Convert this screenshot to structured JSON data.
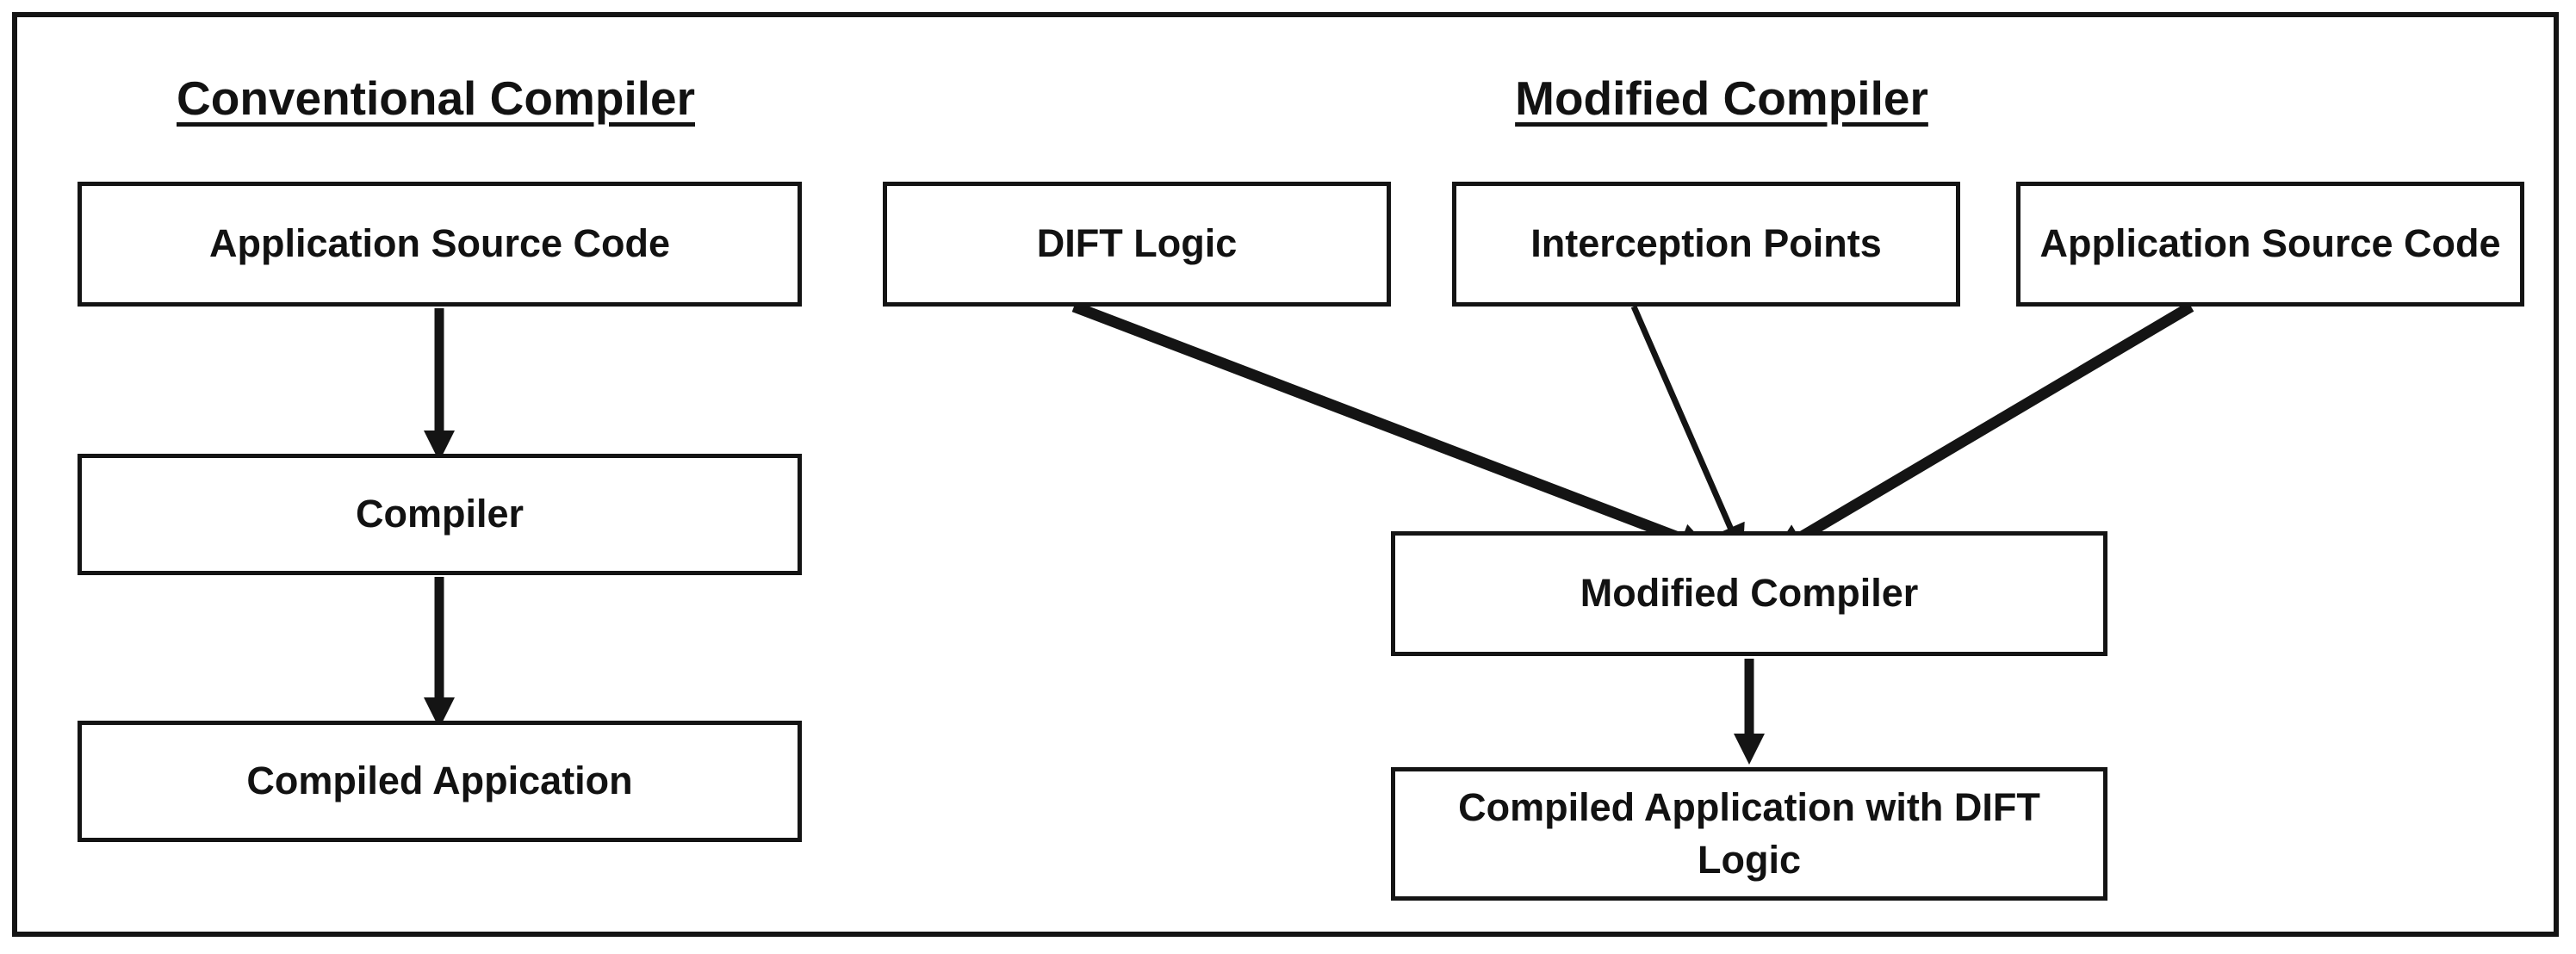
{
  "canvas": {
    "background": "#ffffff",
    "ink": "#141414"
  },
  "conventional_flow": {
    "title": "Conventional Compiler",
    "nodes": {
      "source": "Application Source Code",
      "compiler": "Compiler",
      "output": "Compiled Appication"
    }
  },
  "modified_flow": {
    "title": "Modified Compiler",
    "nodes": {
      "dift_logic": "DIFT Logic",
      "interception_points": "Interception Points",
      "source": "Application Source Code",
      "compiler": "Modified Compiler",
      "output": "Compiled Application with DIFT Logic"
    }
  },
  "edges": [
    {
      "from": "Application Source Code",
      "to": "Compiler"
    },
    {
      "from": "Compiler",
      "to": "Compiled Appication"
    },
    {
      "from": "DIFT Logic",
      "to": "Modified Compiler"
    },
    {
      "from": "Interception Points",
      "to": "Modified Compiler"
    },
    {
      "from": "Application Source Code",
      "to": "Modified Compiler"
    },
    {
      "from": "Modified Compiler",
      "to": "Compiled Application with DIFT Logic"
    }
  ]
}
